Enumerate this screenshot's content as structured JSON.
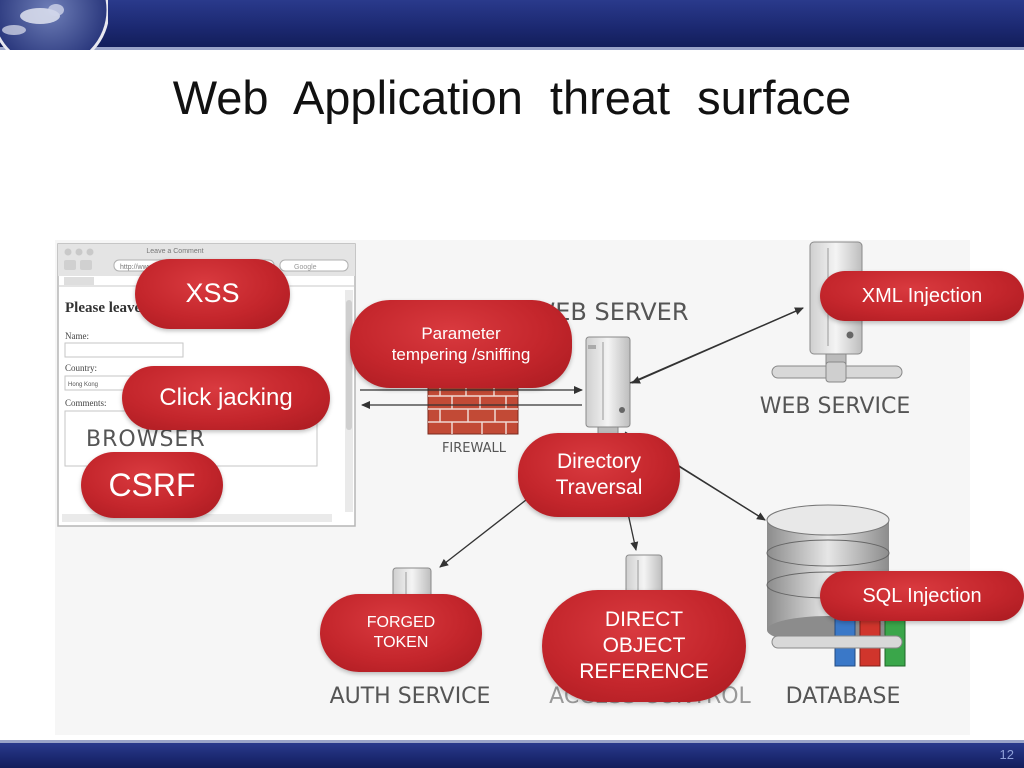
{
  "slide": {
    "title": "Web Application threat surface",
    "slide_number": "12"
  },
  "browser": {
    "window_title": "Leave a Comment",
    "address": "http://www.example.com",
    "search_placeholder": "Google",
    "heading": "Please leave a comment",
    "name_label": "Name:",
    "country_label": "Country:",
    "country_value": "Hong Kong",
    "comments_label": "Comments:",
    "sketch_label": "BROWSER"
  },
  "components": {
    "web_server": "WEB SERVER",
    "firewall": "FIREWALL",
    "web_service": "WEB SERVICE",
    "database": "DATABASE",
    "auth_service": "AUTH SERVICE",
    "access_control": "ACCESS CONTROL"
  },
  "threats": {
    "xss": "XSS",
    "click_jacking": "Click jacking",
    "csrf": "CSRF",
    "parameter_tempering_line1": "Parameter",
    "parameter_tempering_line2": "tempering /sniffing",
    "directory_traversal_line1": "Directory",
    "directory_traversal_line2": "Traversal",
    "xml_injection": "XML Injection",
    "sql_injection": "SQL Injection",
    "forged_token_line1": "FORGED",
    "forged_token_line2": "TOKEN",
    "direct_object_line1": "DIRECT",
    "direct_object_line2": "OBJECT",
    "direct_object_line3": "REFERENCE"
  },
  "colors": {
    "bar_navy": "#1b2870",
    "pill_red": "#c4262c",
    "sketch_gray": "#555555"
  }
}
